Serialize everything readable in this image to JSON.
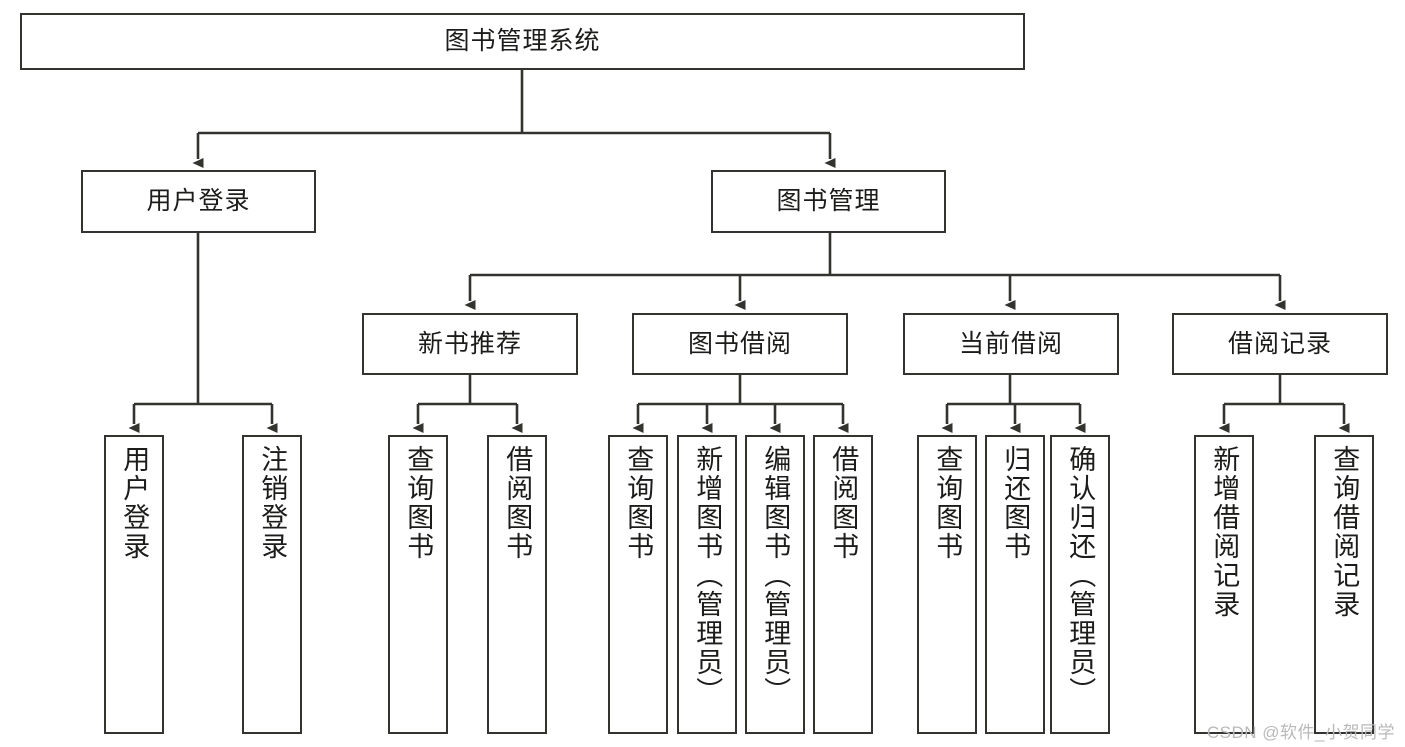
{
  "diagram": {
    "type": "tree",
    "title": "图书管理系统",
    "watermark": "CSDN @软件_小贺同学",
    "colors": {
      "box_border": "#33332f",
      "box_fill": "#ffffff",
      "edge": "#33332f",
      "text": "#1c1c1a",
      "watermark": "#b9b9b9"
    },
    "root": {
      "label": "图书管理系统"
    },
    "level1": [
      {
        "label": "用户登录"
      },
      {
        "label": "图书管理"
      }
    ],
    "level2": [
      {
        "label": "新书推荐"
      },
      {
        "label": "图书借阅"
      },
      {
        "label": "当前借阅"
      },
      {
        "label": "借阅记录"
      }
    ],
    "leaves": {
      "user_login": [
        {
          "label": "用户登录"
        },
        {
          "label": "注销登录"
        }
      ],
      "new_book_recommend": [
        {
          "label": "查询图书"
        },
        {
          "label": "借阅图书"
        }
      ],
      "book_borrow": [
        {
          "label": "查询图书"
        },
        {
          "label": "新增图书（管理员）"
        },
        {
          "label": "编辑图书（管理员）"
        },
        {
          "label": "借阅图书"
        }
      ],
      "current_borrow": [
        {
          "label": "查询图书"
        },
        {
          "label": "归还图书"
        },
        {
          "label": "确认归还（管理员）"
        }
      ],
      "borrow_record": [
        {
          "label": "新增借阅记录"
        },
        {
          "label": "查询借阅记录"
        }
      ]
    }
  }
}
